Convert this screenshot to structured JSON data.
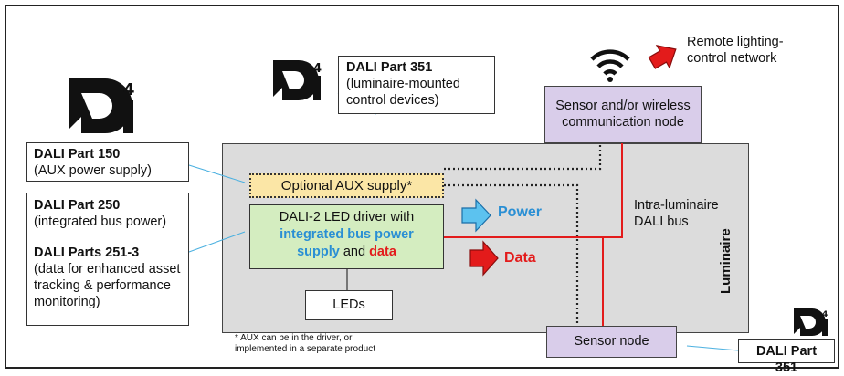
{
  "dali_part_351_top": {
    "title": "DALI Part 351",
    "line1": "(luminaire-mounted",
    "line2": "control devices)"
  },
  "dali_part_150": {
    "title": "DALI Part 150",
    "line1": "(AUX power supply)"
  },
  "dali_part_250": {
    "title": "DALI Part 250",
    "line1": "(integrated bus power)"
  },
  "dali_parts_251": {
    "title": "DALI Parts 251-3",
    "line1": "(data for enhanced asset",
    "line2": "tracking & performance",
    "line3": "monitoring)"
  },
  "dali_part_351_bottom": {
    "title": "DALI Part 351"
  },
  "remote_network": {
    "line1": "Remote lighting-",
    "line2": "control network"
  },
  "sensor_top": {
    "line1": "Sensor and/or wireless",
    "line2": "communication node"
  },
  "sensor_bottom": {
    "label": "Sensor node"
  },
  "aux_supply": {
    "label": "Optional AUX supply*"
  },
  "driver": {
    "line1": "DALI-2 LED driver with",
    "line2": "integrated bus power",
    "line3a": "supply",
    "line3b": "and",
    "line3c": "data"
  },
  "leds": {
    "label": "LEDs"
  },
  "power": {
    "label": "Power"
  },
  "data_arrow": {
    "label": "Data"
  },
  "bus": {
    "line1": "Intra-luminaire",
    "line2": "DALI bus"
  },
  "luminaire": {
    "label": "Luminaire"
  },
  "footnote": {
    "line1": "* AUX can be in the driver, or",
    "line2": "implemented in a separate product"
  },
  "logo_text": "D4i",
  "colors": {
    "sensor": "#d9cdea",
    "aux": "#fbe6a6",
    "driver": "#d4edc0",
    "luminaire": "#dcdcdc",
    "blue": "#2a8fd4",
    "red": "#e31b1b"
  }
}
